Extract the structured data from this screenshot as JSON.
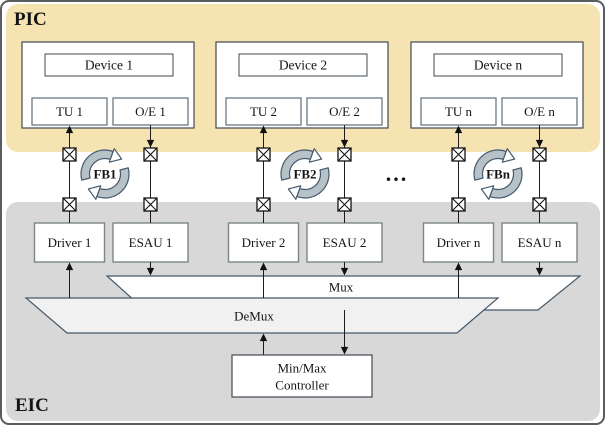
{
  "figure": {
    "pic_label": "PIC",
    "eic_label": "EIC",
    "mux_label": "Mux",
    "demux_label": "DeMux",
    "controller_line1": "Min/Max",
    "controller_line2": "Controller",
    "ellipsis": "..."
  },
  "groups": [
    {
      "device": "Device 1",
      "tu": "TU 1",
      "oe": "O/E 1",
      "fb": "FB1",
      "driver": "Driver 1",
      "esau": "ESAU 1"
    },
    {
      "device": "Device 2",
      "tu": "TU 2",
      "oe": "O/E 2",
      "fb": "FB2",
      "driver": "Driver 2",
      "esau": "ESAU 2"
    },
    {
      "device": "Device n",
      "tu": "TU n",
      "oe": "O/E n",
      "fb": "FBn",
      "driver": "Driver n",
      "esau": "ESAU n"
    }
  ],
  "colors": {
    "pic_bg": "#f6e3b2",
    "eic_bg": "#d8d8d8",
    "box_fill": "#ffffff",
    "mux_fill": "#fefefe",
    "demux_fill": "#f1f1f1",
    "fb_arrow_fill": "#b7c1c8",
    "outline_slate": "#45596a",
    "line_color": "#1c1c1c"
  }
}
